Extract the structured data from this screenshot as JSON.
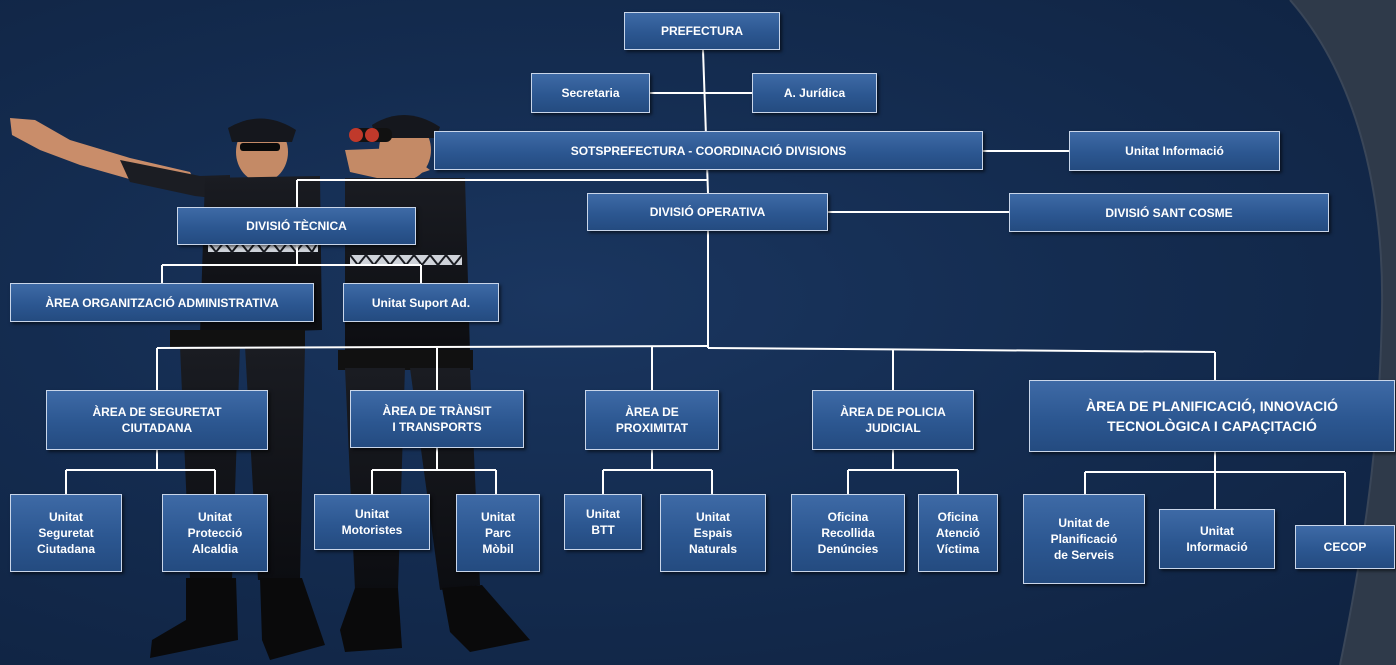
{
  "colors": {
    "background": "#13294a",
    "box_fill": "#2c5791",
    "box_border": "#c9d6ea",
    "line": "#ffffff",
    "corner_band": "#2f3a4a"
  },
  "illustration": {
    "subject": "two police officers in dark uniforms, one pointing, one with binoculars"
  },
  "org_chart": {
    "prefectura": "PREFECTURA",
    "secretaria": "Secretaria",
    "juridica": "A. Jurídica",
    "sotsprefectura": "SOTSPREFECTURA - COORDINACIÓ DIVISIONS",
    "unitat_informacio_top": "Unitat Informació",
    "divisio_tecnica": "DIVISIÓ TÈCNICA",
    "divisio_operativa": "DIVISIÓ OPERATIVA",
    "divisio_sant_cosme": "DIVISIÓ SANT COSME",
    "area_organitzacio": "ÀREA ORGANITZACIÓ ADMINISTRATIVA",
    "unitat_suport": "Unitat Suport Ad.",
    "area_seguretat": "ÀREA DE SEGURETAT\nCIUTADANA",
    "area_transit": "ÀREA DE TRÀNSIT\nI TRANSPORTS",
    "area_proximitat": "ÀREA DE\nPROXIMITAT",
    "area_policia": "ÀREA DE POLICIA\nJUDICIAL",
    "area_planificacio": "ÀREA DE PLANIFICACIÓ, INNOVACIÓ\nTECNOLÒGICA I CAPAÇITACIÓ",
    "unitat_seguretat": "Unitat\nSeguretat\nCiutadana",
    "unitat_proteccio": "Unitat\nProtecció\nAlcaldia",
    "unitat_motoristes": "Unitat\nMotoristes",
    "unitat_parc": "Unitat\nParc\nMòbil",
    "unitat_btt": "Unitat\nBTT",
    "unitat_espais": "Unitat\nEspais\nNaturals",
    "oficina_recollida": "Oficina\nRecollida\nDenúncies",
    "oficina_atencio": "Oficina\nAtenció\nVíctima",
    "unitat_planificacio": "Unitat de\nPlanificació\nde Serveis",
    "unitat_informacio_bottom": "Unitat\nInformació",
    "cecop": "CECOP"
  }
}
